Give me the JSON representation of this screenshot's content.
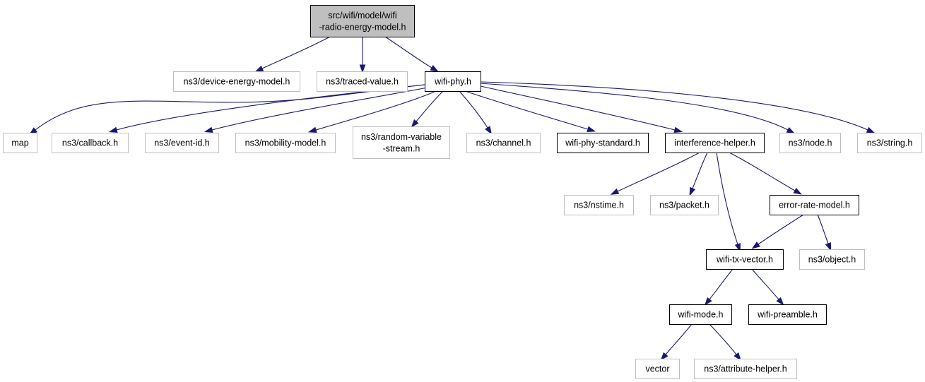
{
  "colors": {
    "edge": "#191970",
    "root_fill": "#bfbfbf",
    "documented_border": "#000000",
    "external_border": "#bfbfbf",
    "node_fill": "#ffffff"
  },
  "nodes": [
    {
      "id": "root",
      "label": [
        "src/wifi/model/wifi",
        "-radio-energy-model.h"
      ],
      "kind": "root"
    },
    {
      "id": "device_energy",
      "label": [
        "ns3/device-energy-model.h"
      ],
      "kind": "external"
    },
    {
      "id": "traced_value",
      "label": [
        "ns3/traced-value.h"
      ],
      "kind": "external"
    },
    {
      "id": "wifi_phy",
      "label": [
        "wifi-phy.h"
      ],
      "kind": "documented"
    },
    {
      "id": "map",
      "label": [
        "map"
      ],
      "kind": "external"
    },
    {
      "id": "callback",
      "label": [
        "ns3/callback.h"
      ],
      "kind": "external"
    },
    {
      "id": "event_id",
      "label": [
        "ns3/event-id.h"
      ],
      "kind": "external"
    },
    {
      "id": "mobility",
      "label": [
        "ns3/mobility-model.h"
      ],
      "kind": "external"
    },
    {
      "id": "random_var",
      "label": [
        "ns3/random-variable",
        "-stream.h"
      ],
      "kind": "external"
    },
    {
      "id": "channel",
      "label": [
        "ns3/channel.h"
      ],
      "kind": "external"
    },
    {
      "id": "phy_standard",
      "label": [
        "wifi-phy-standard.h"
      ],
      "kind": "documented"
    },
    {
      "id": "interference",
      "label": [
        "interference-helper.h"
      ],
      "kind": "documented"
    },
    {
      "id": "node",
      "label": [
        "ns3/node.h"
      ],
      "kind": "external"
    },
    {
      "id": "string",
      "label": [
        "ns3/string.h"
      ],
      "kind": "external"
    },
    {
      "id": "nstime",
      "label": [
        "ns3/nstime.h"
      ],
      "kind": "external"
    },
    {
      "id": "packet",
      "label": [
        "ns3/packet.h"
      ],
      "kind": "external"
    },
    {
      "id": "error_rate",
      "label": [
        "error-rate-model.h"
      ],
      "kind": "documented"
    },
    {
      "id": "tx_vector",
      "label": [
        "wifi-tx-vector.h"
      ],
      "kind": "documented"
    },
    {
      "id": "object",
      "label": [
        "ns3/object.h"
      ],
      "kind": "external"
    },
    {
      "id": "wifi_mode",
      "label": [
        "wifi-mode.h"
      ],
      "kind": "documented"
    },
    {
      "id": "preamble",
      "label": [
        "wifi-preamble.h"
      ],
      "kind": "documented"
    },
    {
      "id": "vector",
      "label": [
        "vector"
      ],
      "kind": "external"
    },
    {
      "id": "attr_helper",
      "label": [
        "ns3/attribute-helper.h"
      ],
      "kind": "external"
    }
  ],
  "edges": [
    {
      "from": "root",
      "to": "device_energy"
    },
    {
      "from": "root",
      "to": "traced_value"
    },
    {
      "from": "root",
      "to": "wifi_phy"
    },
    {
      "from": "wifi_phy",
      "to": "map"
    },
    {
      "from": "wifi_phy",
      "to": "callback"
    },
    {
      "from": "wifi_phy",
      "to": "event_id"
    },
    {
      "from": "wifi_phy",
      "to": "mobility"
    },
    {
      "from": "wifi_phy",
      "to": "random_var"
    },
    {
      "from": "wifi_phy",
      "to": "channel"
    },
    {
      "from": "wifi_phy",
      "to": "phy_standard"
    },
    {
      "from": "wifi_phy",
      "to": "interference"
    },
    {
      "from": "wifi_phy",
      "to": "node"
    },
    {
      "from": "wifi_phy",
      "to": "string"
    },
    {
      "from": "interference",
      "to": "nstime"
    },
    {
      "from": "interference",
      "to": "packet"
    },
    {
      "from": "interference",
      "to": "error_rate"
    },
    {
      "from": "interference",
      "to": "tx_vector"
    },
    {
      "from": "error_rate",
      "to": "tx_vector"
    },
    {
      "from": "error_rate",
      "to": "object"
    },
    {
      "from": "tx_vector",
      "to": "wifi_mode"
    },
    {
      "from": "tx_vector",
      "to": "preamble"
    },
    {
      "from": "wifi_mode",
      "to": "vector"
    },
    {
      "from": "wifi_mode",
      "to": "attr_helper"
    }
  ]
}
